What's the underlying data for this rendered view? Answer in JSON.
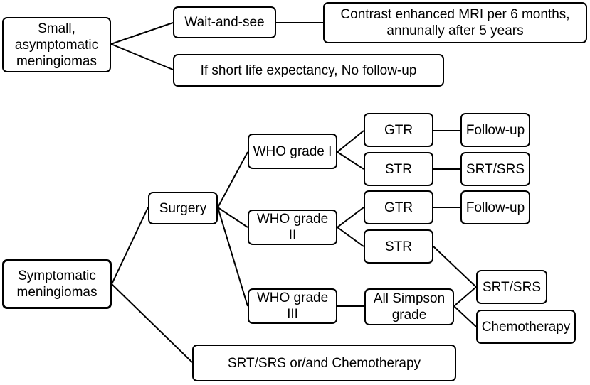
{
  "nodes": {
    "small_asymptomatic": "Small,\nasymptomatic\nmeningiomas",
    "wait_and_see": "Wait-and-see",
    "contrast_mri": "Contrast enhanced MRI  per 6 months,\nannunally after 5 years",
    "short_life": "If short life expectancy, No follow-up",
    "symptomatic": "Symptomatic\nmeningiomas",
    "surgery": "Surgery",
    "who_1": "WHO grade I",
    "who_2": "WHO grade\nII",
    "who_3": "WHO grade\nIII",
    "gtr_1": "GTR",
    "str_1": "STR",
    "gtr_2": "GTR",
    "str_2": "STR",
    "all_simpson": "All Simpson\ngrade",
    "followup_1": "Follow-up",
    "srt_srs_1": "SRT/SRS",
    "followup_2": "Follow-up",
    "srt_srs_2": "SRT/SRS",
    "chemotherapy": "Chemotherapy",
    "srt_or_chemo": "SRT/SRS or/and Chemotherapy"
  }
}
